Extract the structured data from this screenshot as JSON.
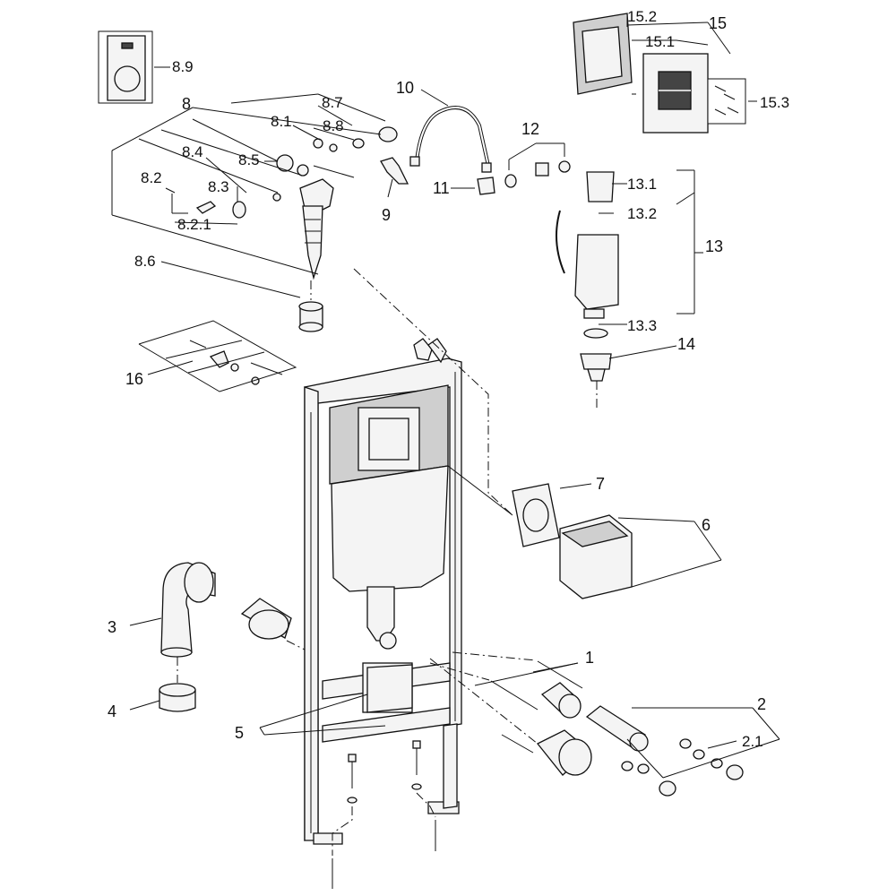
{
  "labels": {
    "l1": "1",
    "l2": "2",
    "l2_1": "2.1",
    "l3": "3",
    "l4": "4",
    "l5": "5",
    "l6": "6",
    "l7": "7",
    "l8": "8",
    "l8_1": "8.1",
    "l8_2": "8.2",
    "l8_2_1": "8.2.1",
    "l8_3": "8.3",
    "l8_4": "8.4",
    "l8_5": "8.5",
    "l8_6": "8.6",
    "l8_7": "8.7",
    "l8_8": "8.8",
    "l8_9": "8.9",
    "l9": "9",
    "l10": "10",
    "l11": "11",
    "l12": "12",
    "l13": "13",
    "l13_1": "13.1",
    "l13_2": "13.2",
    "l13_3": "13.3",
    "l14": "14",
    "l15": "15",
    "l15_1": "15.1",
    "l15_2": "15.2",
    "l15_3": "15.3",
    "l16": "16"
  },
  "colors": {
    "line": "#111111",
    "fill_light": "#f4f4f4",
    "fill_mid": "#cfcfcf",
    "fill_dark": "#444444",
    "background": "#ffffff"
  }
}
